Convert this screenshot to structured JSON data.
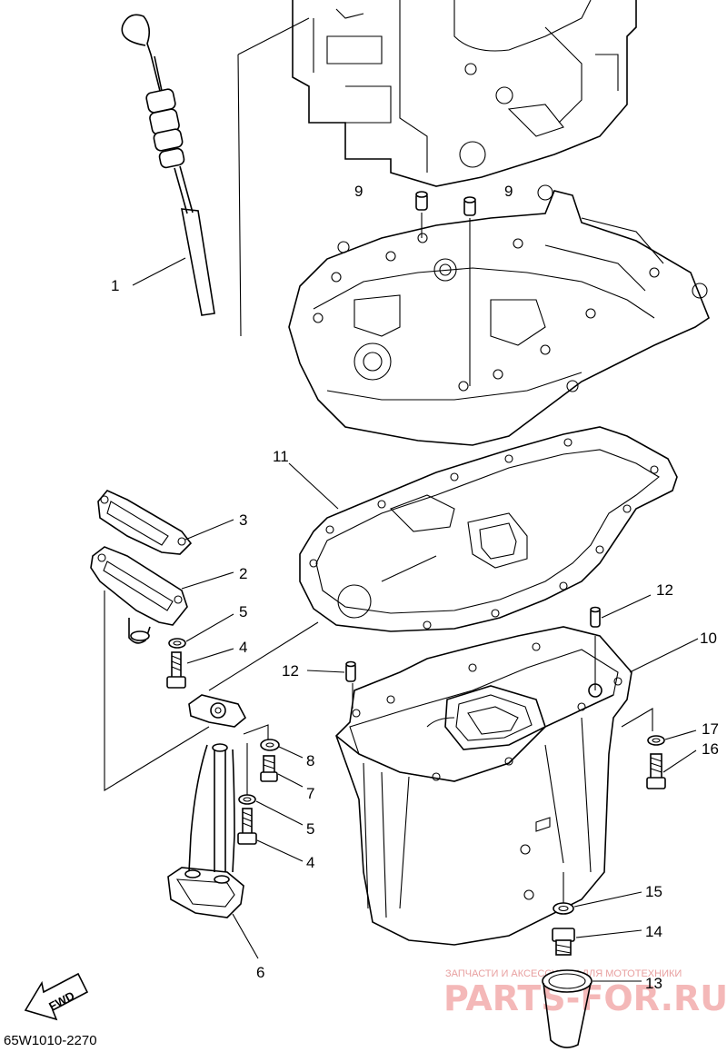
{
  "diagram": {
    "drawing_code": "65W1010-2270",
    "direction_marker": "FWD",
    "watermark": {
      "tagline": "ЗАПЧАСТИ И АКСЕССУАРЫ ДЛЯ МОТОТЕХНИКИ",
      "brand": "PARTS-FOR.RU"
    },
    "callouts": {
      "c1": "1",
      "c2": "2",
      "c3": "3",
      "c4a": "4",
      "c4b": "4",
      "c5a": "5",
      "c5b": "5",
      "c6": "6",
      "c7": "7",
      "c8": "8",
      "c9a": "9",
      "c9b": "9",
      "c10": "10",
      "c11": "11",
      "c12a": "12",
      "c12b": "12",
      "c13": "13",
      "c14": "14",
      "c15": "15",
      "c16": "16",
      "c17": "17"
    },
    "colors": {
      "line": "#000000",
      "watermark_text": "#e8a0a0",
      "watermark_brand": "#f4b8b8",
      "background": "#ffffff"
    }
  }
}
